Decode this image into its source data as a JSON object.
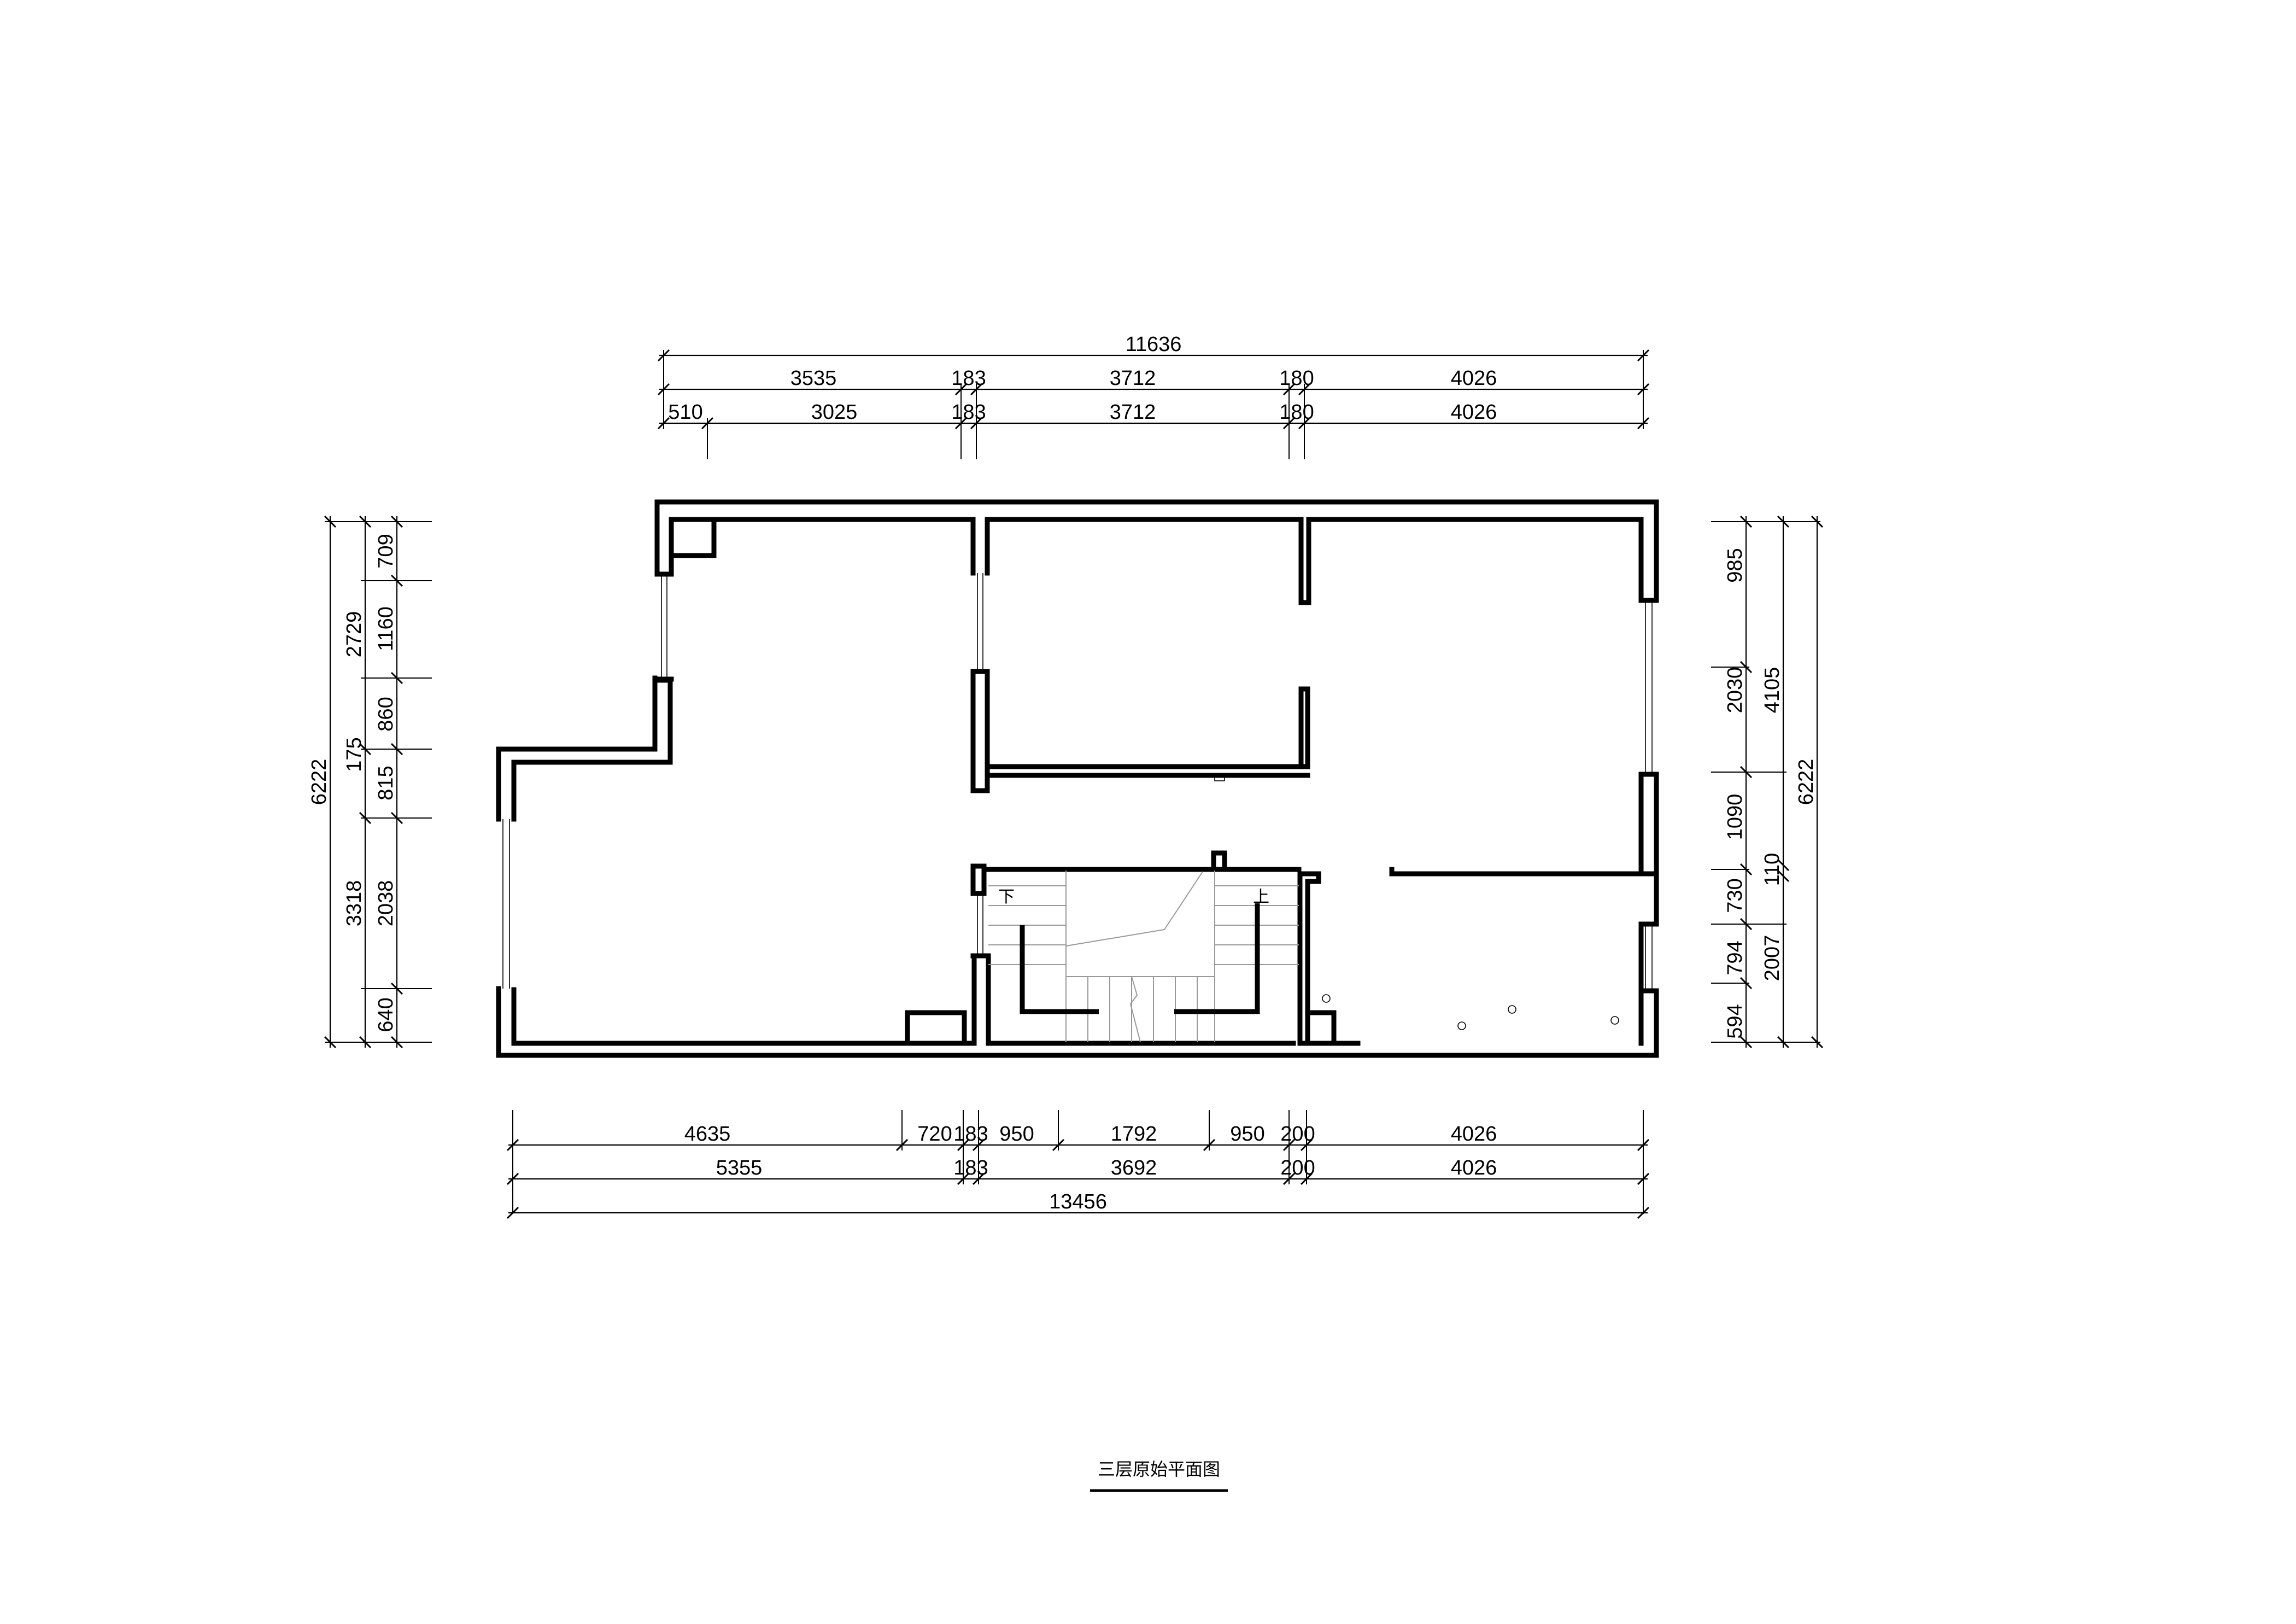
{
  "top_dimensions": {
    "overall": "11636",
    "row2": [
      "3535",
      "183",
      "3712",
      "180",
      "4026"
    ],
    "row3": [
      "510",
      "3025",
      "183",
      "3712",
      "180",
      "4026"
    ]
  },
  "bottom_dimensions": {
    "row1": [
      "4635",
      "720",
      "183",
      "950",
      "1792",
      "950",
      "200",
      "4026"
    ],
    "row2": [
      "5355",
      "183",
      "3692",
      "200",
      "4026"
    ],
    "overall": "13456"
  },
  "left_dimensions": {
    "overall": "6222",
    "col2": [
      "2729",
      "175",
      "3318"
    ],
    "col3": [
      "709",
      "1160",
      "860",
      "815",
      "2038",
      "640"
    ]
  },
  "right_dimensions": {
    "col1": [
      "985",
      "2030",
      "1090",
      "730",
      "794",
      "594"
    ],
    "col2": [
      "4105",
      "110",
      "2007"
    ],
    "overall": "6222"
  },
  "stair_labels": {
    "down": "下",
    "up": "上"
  },
  "title": "三层原始平面图"
}
